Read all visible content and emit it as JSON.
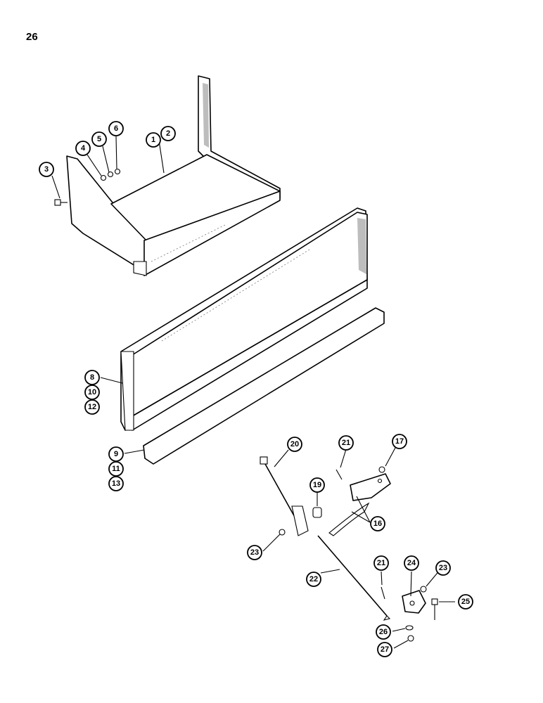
{
  "page_number": "26",
  "callouts": [
    {
      "label": "1"
    },
    {
      "label": "2"
    },
    {
      "label": "3"
    },
    {
      "label": "4"
    },
    {
      "label": "5"
    },
    {
      "label": "6"
    },
    {
      "label": "8"
    },
    {
      "label": "10"
    },
    {
      "label": "12"
    },
    {
      "label": "9"
    },
    {
      "label": "11"
    },
    {
      "label": "13"
    },
    {
      "label": "20"
    },
    {
      "label": "21"
    },
    {
      "label": "17"
    },
    {
      "label": "19"
    },
    {
      "label": "16"
    },
    {
      "label": "23"
    },
    {
      "label": "22"
    },
    {
      "label": "21"
    },
    {
      "label": "24"
    },
    {
      "label": "23"
    },
    {
      "label": "25"
    },
    {
      "label": "26"
    },
    {
      "label": "27"
    }
  ]
}
